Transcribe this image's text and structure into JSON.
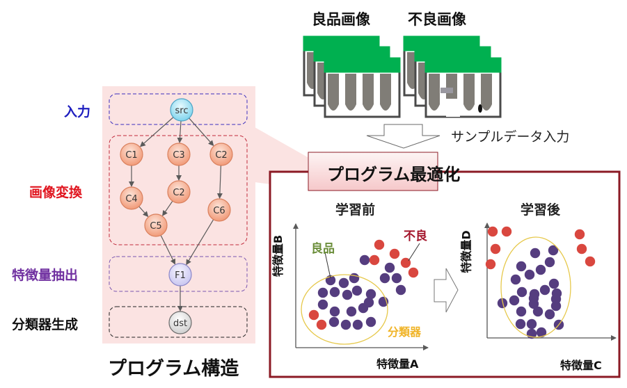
{
  "program_structure": {
    "title": "プログラム構造",
    "stages": [
      {
        "label": "入力",
        "color": "#1f1fbf"
      },
      {
        "label": "画像変換",
        "color": "#e0141e"
      },
      {
        "label": "特徴量抽出",
        "color": "#7030a0"
      },
      {
        "label": "分類器生成",
        "color": "#111111"
      }
    ],
    "nodes": {
      "src": "src",
      "c1": "C1",
      "c3": "C3",
      "c2a": "C2",
      "c4": "C4",
      "c2b": "C2",
      "c6": "C6",
      "c5": "C5",
      "f1": "F1",
      "dst": "dst"
    },
    "edges": [
      [
        "src",
        "c1"
      ],
      [
        "src",
        "c3"
      ],
      [
        "src",
        "c2a"
      ],
      [
        "c1",
        "c4"
      ],
      [
        "c3",
        "c2b"
      ],
      [
        "c2a",
        "c6"
      ],
      [
        "c4",
        "c5"
      ],
      [
        "c2b",
        "c5"
      ],
      [
        "c5",
        "f1"
      ],
      [
        "c6",
        "f1"
      ],
      [
        "f1",
        "dst"
      ]
    ]
  },
  "samples": {
    "good_label": "良品画像",
    "bad_label": "不良画像",
    "input_label": "サンプルデータ入力",
    "header_color": "#00b050",
    "finger_color": "#807d77"
  },
  "optimization": {
    "title": "プログラム最適化",
    "frame_color": "#8b1a24"
  },
  "chart_data": [
    {
      "type": "scatter",
      "title": "学習前",
      "xlabel": "特徴量A",
      "ylabel": "特徴量B",
      "annotations": {
        "good": "良品",
        "bad": "不良",
        "classifier": "分類器"
      },
      "series": [
        {
          "name": "良品",
          "color": "#553d7f",
          "points": [
            [
              50,
              97
            ],
            [
              69,
              93
            ],
            [
              84,
              100
            ],
            [
              39,
              79
            ],
            [
              56,
              80
            ],
            [
              74,
              76
            ],
            [
              88,
              82
            ],
            [
              108,
              77
            ],
            [
              126,
              66
            ],
            [
              39,
              62
            ],
            [
              56,
              52
            ],
            [
              80,
              52
            ],
            [
              97,
              57
            ],
            [
              105,
              65
            ],
            [
              55,
              37
            ],
            [
              72,
              33
            ],
            [
              89,
              33
            ],
            [
              108,
              37
            ],
            [
              99,
              126
            ],
            [
              135,
              115
            ],
            [
              128,
              100
            ],
            [
              145,
              100
            ],
            [
              151,
              83
            ]
          ]
        },
        {
          "name": "不良",
          "color": "#d9473f",
          "points": [
            [
              120,
              148
            ],
            [
              142,
              135
            ],
            [
              113,
              126
            ],
            [
              158,
              122
            ],
            [
              169,
              108
            ],
            [
              26,
              47
            ],
            [
              37,
              33
            ]
          ]
        }
      ],
      "classifier": {
        "cx": 70,
        "cy": 55,
        "rx": 62,
        "ry": 50,
        "color": "#e6c84a"
      }
    },
    {
      "type": "scatter",
      "title": "学習後",
      "xlabel": "特徴量C",
      "ylabel": "特徴量D",
      "series": [
        {
          "name": "良品",
          "color": "#553d7f",
          "points": [
            [
              69,
              122
            ],
            [
              95,
              126
            ],
            [
              49,
              103
            ],
            [
              90,
              109
            ],
            [
              61,
              91
            ],
            [
              77,
              98
            ],
            [
              41,
              84
            ],
            [
              96,
              78
            ],
            [
              50,
              66
            ],
            [
              83,
              69
            ],
            [
              68,
              63
            ],
            [
              100,
              64
            ],
            [
              22,
              50
            ],
            [
              39,
              54
            ],
            [
              67,
              57
            ],
            [
              67,
              49
            ],
            [
              99,
              46
            ],
            [
              49,
              38
            ],
            [
              73,
              38
            ],
            [
              90,
              34
            ],
            [
              99,
              56
            ],
            [
              48,
              20
            ],
            [
              64,
              20
            ],
            [
              64,
              6
            ],
            [
              78,
              8
            ],
            [
              103,
              19
            ]
          ]
        },
        {
          "name": "不良",
          "color": "#d9473f",
          "points": [
            [
              8,
              153
            ],
            [
              28,
              153
            ],
            [
              12,
              128
            ],
            [
              5,
              106
            ],
            [
              133,
              149
            ],
            [
              136,
              128
            ],
            [
              148,
              110
            ]
          ]
        }
      ],
      "classifier": {
        "cx": 70,
        "cy": 73,
        "rx": 50,
        "ry": 72,
        "color": "#e6c84a"
      }
    }
  ]
}
